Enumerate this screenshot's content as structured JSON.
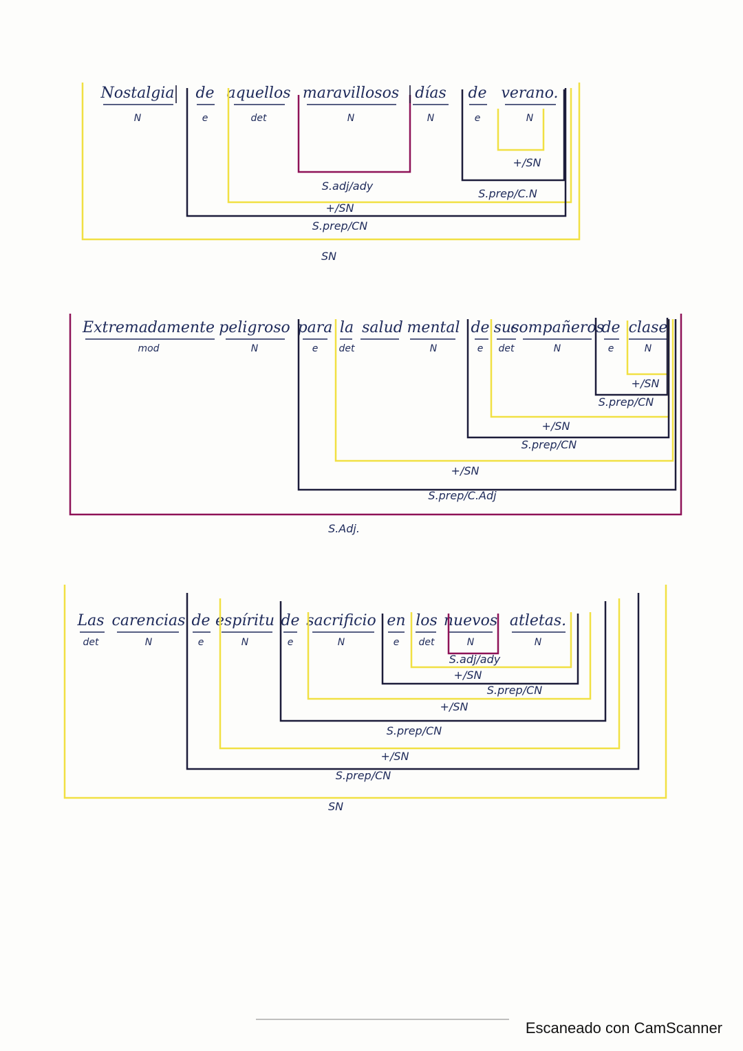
{
  "colors": {
    "yellow": "#f1e043",
    "navy": "#1c1c3a",
    "magenta": "#8e1257",
    "ink": "#1e2a5a"
  },
  "footer": "Escaneado con CamScanner",
  "diagrams": [
    {
      "words": [
        {
          "text": "Nostalgia",
          "label": "N"
        },
        {
          "text": "de",
          "label": "e"
        },
        {
          "text": "aquellos",
          "label": "det"
        },
        {
          "text": "maravillosos",
          "label": "N"
        },
        {
          "text": "días",
          "label": "N"
        },
        {
          "text": "de",
          "label": "e"
        },
        {
          "text": "verano.",
          "label": "N"
        }
      ],
      "phrases": [
        "+/SN",
        "S.adj/ady",
        "S.prep/C.N",
        "+/SN",
        "S.prep/CN",
        "SN"
      ]
    },
    {
      "words": [
        {
          "text": "Extremadamente",
          "label": "mod"
        },
        {
          "text": "peligroso",
          "label": "N"
        },
        {
          "text": "para",
          "label": "e"
        },
        {
          "text": "la",
          "label": "det"
        },
        {
          "text": "salud",
          "label": ""
        },
        {
          "text": "mental",
          "label": "N"
        },
        {
          "text": "de",
          "label": "e"
        },
        {
          "text": "sus",
          "label": "det"
        },
        {
          "text": "compañeros",
          "label": "N"
        },
        {
          "text": "de",
          "label": "e"
        },
        {
          "text": "clase",
          "label": "N"
        }
      ],
      "phrases": [
        "+/SN",
        "S.prep/CN",
        "+/SN",
        "S.prep/CN",
        "+/SN",
        "S.prep/C.Adj",
        "S.Adj."
      ]
    },
    {
      "words": [
        {
          "text": "Las",
          "label": "det"
        },
        {
          "text": "carencias",
          "label": "N"
        },
        {
          "text": "de",
          "label": "e"
        },
        {
          "text": "espíritu",
          "label": "N"
        },
        {
          "text": "de",
          "label": "e"
        },
        {
          "text": "sacrificio",
          "label": "N"
        },
        {
          "text": "en",
          "label": "e"
        },
        {
          "text": "los",
          "label": "det"
        },
        {
          "text": "nuevos",
          "label": "N"
        },
        {
          "text": "atletas.",
          "label": "N"
        }
      ],
      "phrases": [
        "S.adj/ady",
        "+/SN",
        "S.prep/CN",
        "+/SN",
        "S.prep/CN",
        "+/SN",
        "S.prep/CN",
        "SN"
      ]
    }
  ]
}
